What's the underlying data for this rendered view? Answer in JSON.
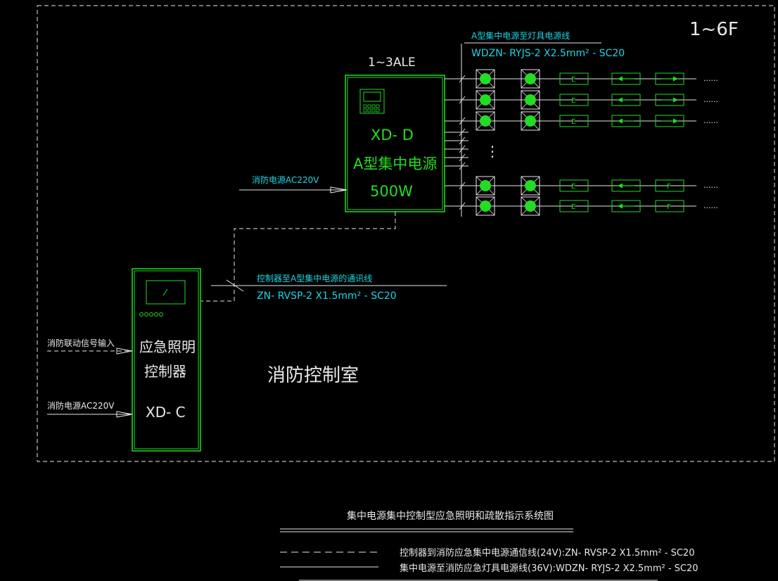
{
  "colors": {
    "background": "#000000",
    "line": "#e8e8e8",
    "equipment": "#22dd22",
    "cable_text": "#1ad6e6"
  },
  "floor_label": "1~6F",
  "ale_label": "1~3ALE",
  "power_unit": {
    "model": "XD- D",
    "name": "A型集中电源",
    "capacity": "500W"
  },
  "lighting_cable": {
    "title": "A型集中电源至灯具电源线",
    "spec": "WDZN- RYJS-2 X2.5mm² - SC20"
  },
  "comm_cable": {
    "title": "控制器至A型集中电源的通讯线",
    "spec": "ZN- RVSP-2 X1.5mm² - SC20"
  },
  "fire_power_label": "消防电源AC220V",
  "controller": {
    "name_line1": "应急照明",
    "name_line2": "控制器",
    "model": "XD- C"
  },
  "fire_signal_label": "消防联动信号输入",
  "controller_power_label": "消防电源AC220V",
  "room_label": "消防控制室",
  "rows": [
    {
      "signs": [
        "E",
        "←",
        "→"
      ],
      "continuation": "......"
    },
    {
      "signs": [
        "E",
        "←",
        "→"
      ],
      "continuation": "......"
    },
    {
      "signs": [
        "E",
        "←",
        "→"
      ],
      "continuation": "......"
    },
    {
      "signs": [
        "E",
        "←",
        "F"
      ],
      "continuation": "......"
    },
    {
      "signs": [
        "E",
        "←",
        "F"
      ],
      "continuation": "......"
    }
  ],
  "vertical_dots": "⋮",
  "diagram_title": "集中电源集中控制型应急照明和疏散指示系统图",
  "legend": [
    {
      "style": "dashed",
      "text": "控制器到消防应急集中电源通信线(24V):ZN- RVSP-2 X1.5mm² - SC20"
    },
    {
      "style": "solid",
      "text": "集中电源至消防应急灯具电源线(36V):WDZN- RYJS-2 X2.5mm² -  SC20"
    }
  ]
}
